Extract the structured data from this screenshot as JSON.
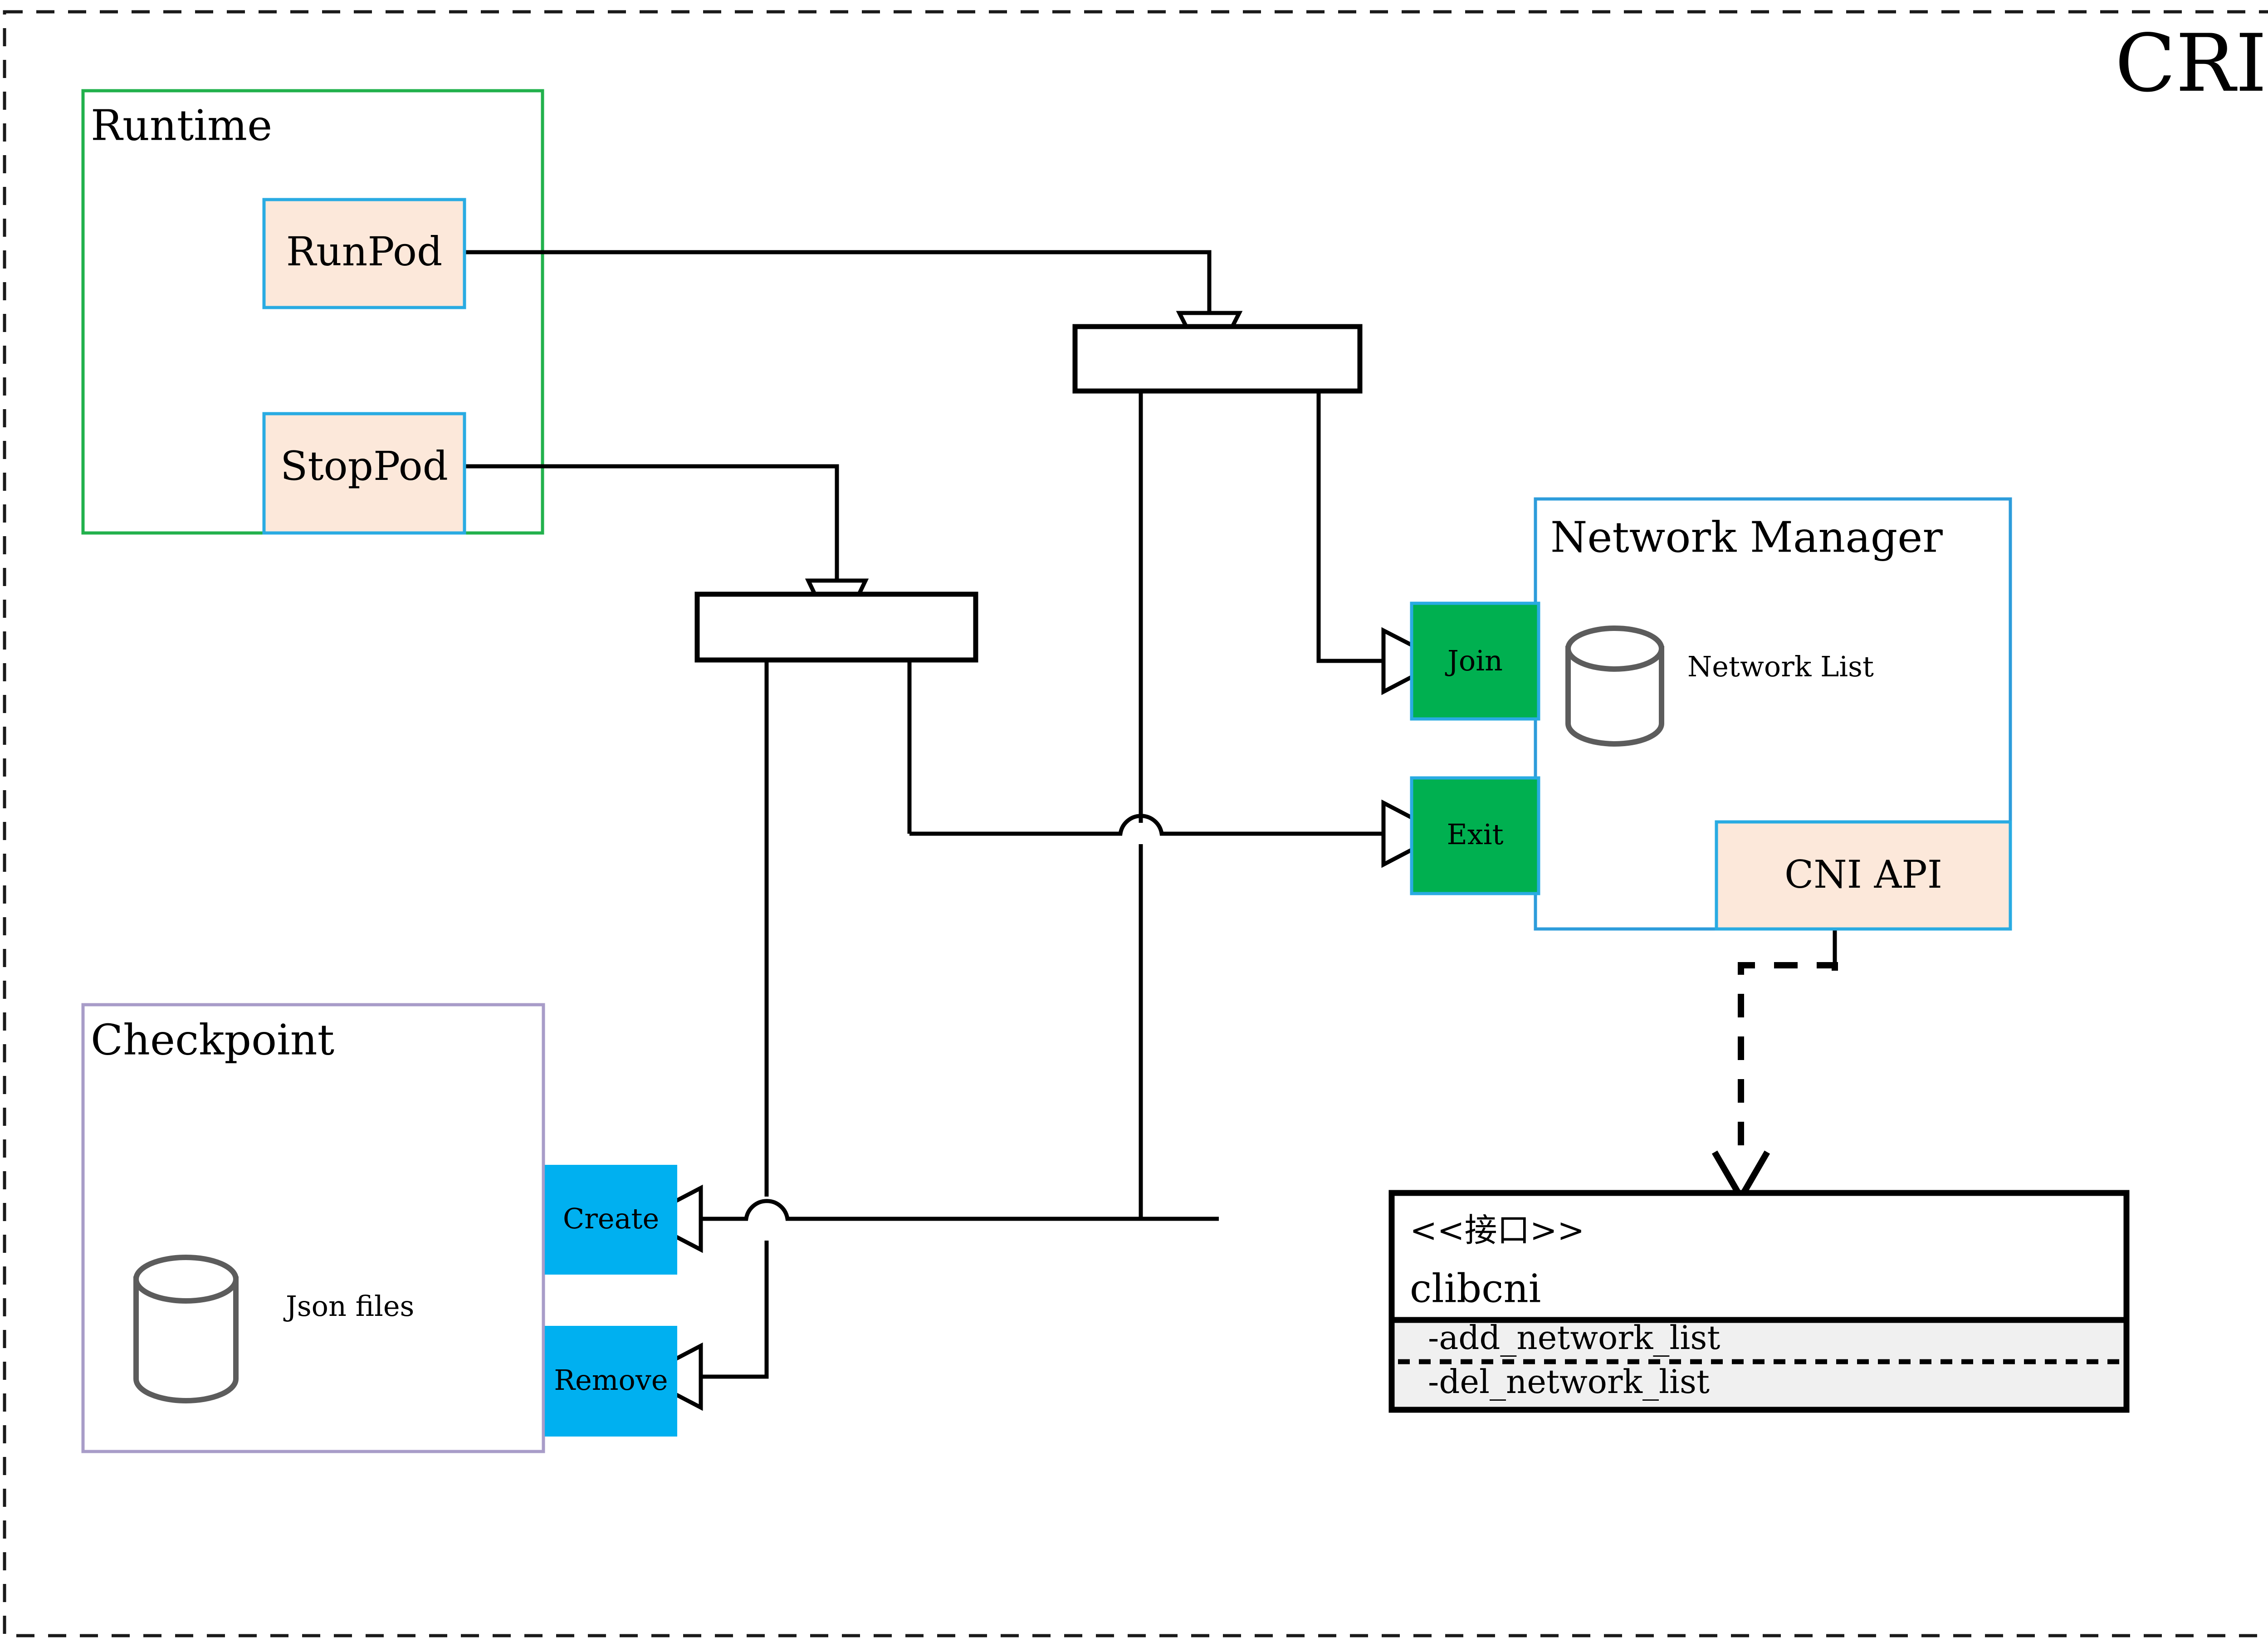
{
  "diagram": {
    "title": "CRI",
    "title_color": "#8a6d08",
    "frame": {
      "style": "dashed",
      "color": "#1a1a1a"
    }
  },
  "groups": {
    "runtime": {
      "label": "Runtime",
      "border_color": "#22b14c"
    },
    "checkpoint": {
      "label": "Checkpoint",
      "border_color": "#a89cc8",
      "store_label": "Json files",
      "store_icon": "cylinder-database-icon"
    },
    "network_manager": {
      "label": "Network Manager",
      "border_color": "#2d9cdb",
      "store_label": "Network List",
      "store_icon": "cylinder-database-icon"
    }
  },
  "nodes": {
    "runpod": {
      "label": "RunPod",
      "fill": "#fce8da",
      "border": "#29abe2"
    },
    "stoppod": {
      "label": "StopPod",
      "fill": "#fce8da",
      "border": "#29abe2"
    },
    "join": {
      "label": "Join",
      "fill": "#00b050",
      "border": "#29abe2"
    },
    "exit": {
      "label": "Exit",
      "fill": "#00b050",
      "border": "#29abe2"
    },
    "create": {
      "label": "Create",
      "fill": "#00b0f0",
      "border": "#00b0f0"
    },
    "remove": {
      "label": "Remove",
      "fill": "#00b0f0",
      "border": "#00b0f0"
    },
    "cni_api": {
      "label": "CNI API",
      "fill": "#fce8da",
      "border": "#29abe2"
    },
    "fork_top": {
      "label": "",
      "fill": "#ffffff",
      "border": "#000000"
    },
    "fork_bottom": {
      "label": "",
      "fill": "#ffffff",
      "border": "#000000"
    }
  },
  "interface": {
    "stereotype": "<<接口>>",
    "name": "clibcni",
    "methods": [
      "-add_network_list",
      "-del_network_list"
    ],
    "methods_bg": "#f0f0f0",
    "border": "#000000"
  }
}
